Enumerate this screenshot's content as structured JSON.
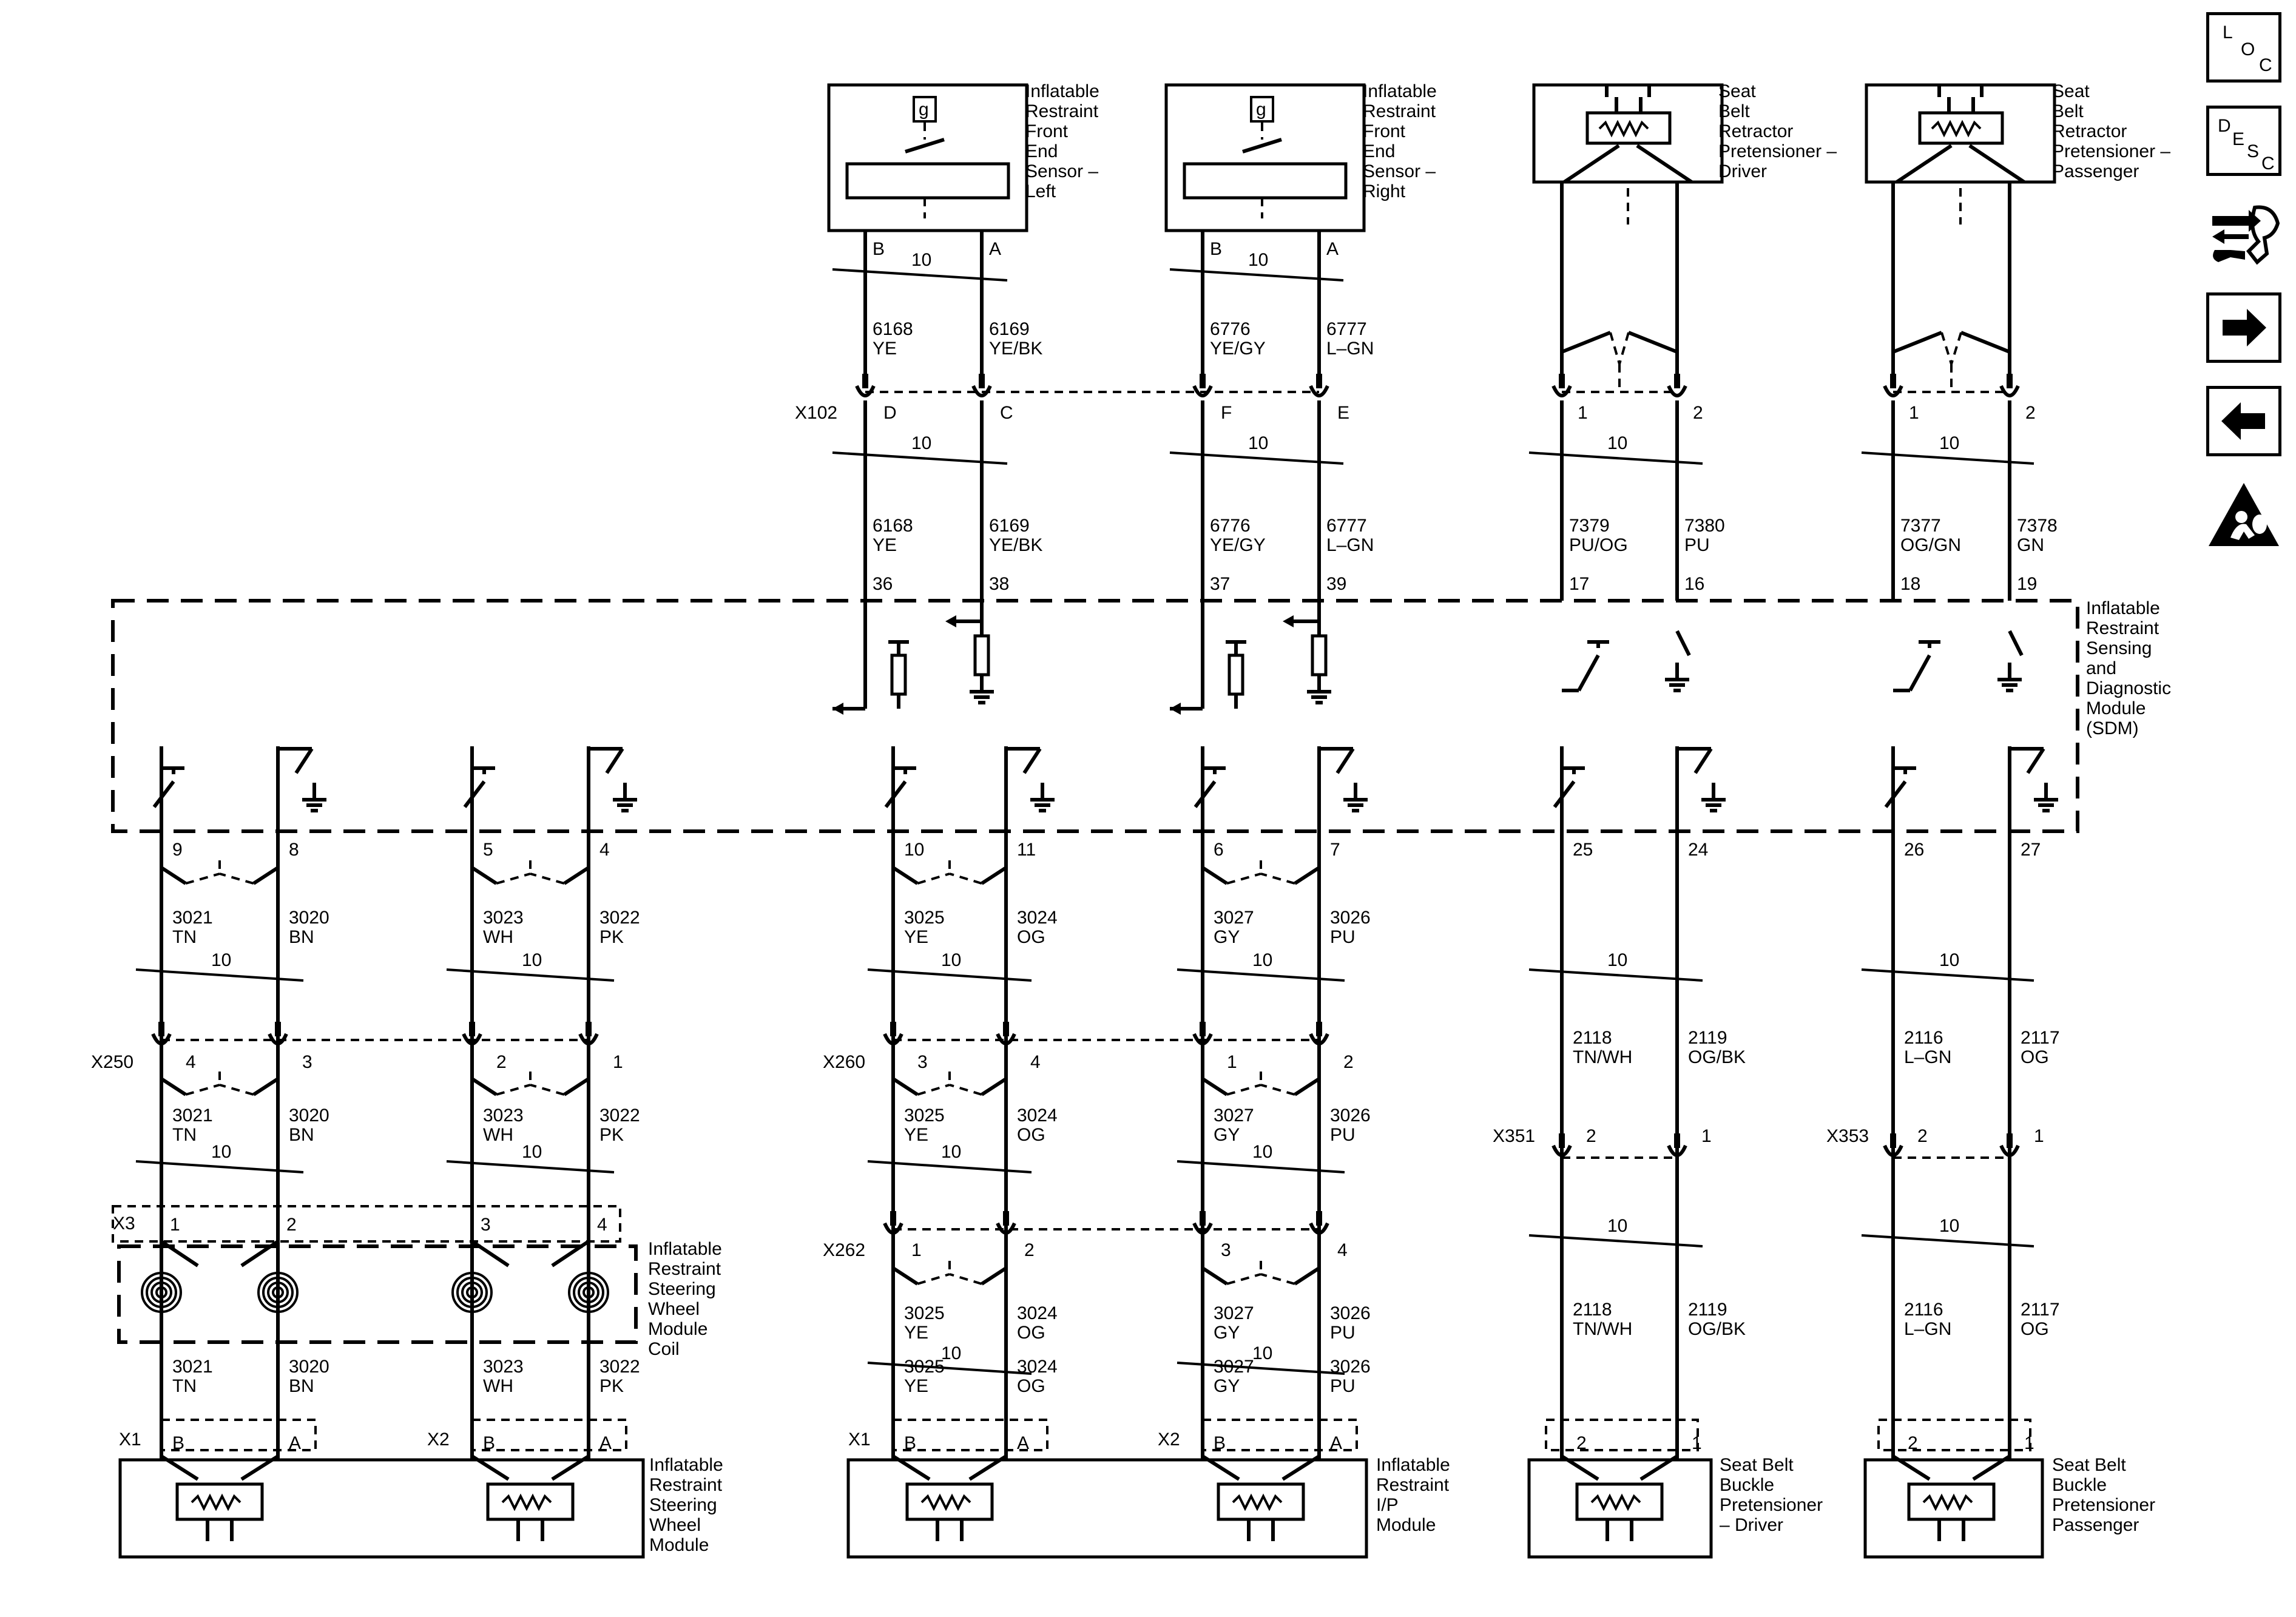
{
  "components": {
    "front_sensor_left": "Inflatable\nRestraint\nFront\nEnd\nSensor –\nLeft",
    "front_sensor_right": "Inflatable\nRestraint\nFront\nEnd\nSensor –\nRight",
    "retractor_driver": "Seat\nBelt\nRetractor\nPretensioner –\nDriver",
    "retractor_passenger": "Seat\nBelt\nRetractor\nPretensioner –\nPassenger",
    "sdm": "Inflatable\nRestraint\nSensing\nand\nDiagnostic\nModule\n(SDM)",
    "coil": "Inflatable\nRestraint\nSteering\nWheel\nModule\nCoil",
    "steering_module": "Inflatable\nRestraint\nSteering\nWheel\nModule",
    "ip_module": "Inflatable\nRestraint\nI/P\nModule",
    "buckle_driver": "Seat Belt\nBuckle\nPretensioner\n– Driver",
    "buckle_passenger": "Seat Belt\nBuckle\nPretensioner\nPassenger"
  },
  "connectors": {
    "x102": "X102",
    "x250": "X250",
    "x260": "X260",
    "x262": "X262",
    "x351": "X351",
    "x353": "X353",
    "x3": "X3",
    "x1": "X1",
    "x2": "X2"
  },
  "gauge": "10",
  "sensor_pins": [
    "B",
    "A",
    "B",
    "A"
  ],
  "x102_pins": [
    "D",
    "C",
    "F",
    "E"
  ],
  "retractor_pins": [
    "1",
    "2",
    "1",
    "2"
  ],
  "top_wires": [
    {
      "circuit": "6168",
      "color": "YE"
    },
    {
      "circuit": "6169",
      "color": "YE/BK"
    },
    {
      "circuit": "6776",
      "color": "YE/GY"
    },
    {
      "circuit": "6777",
      "color": "L–GN"
    },
    {
      "circuit": "7379",
      "color": "PU/OG"
    },
    {
      "circuit": "7380",
      "color": "PU"
    },
    {
      "circuit": "7377",
      "color": "OG/GN"
    },
    {
      "circuit": "7378",
      "color": "GN"
    }
  ],
  "sdm_top_pins": [
    "36",
    "38",
    "37",
    "39",
    "17",
    "16",
    "18",
    "19"
  ],
  "sdm_bottom_pins": [
    "9",
    "8",
    "5",
    "4",
    "10",
    "11",
    "6",
    "7",
    "25",
    "24",
    "26",
    "27"
  ],
  "lower_wires": [
    {
      "circuit": "3021",
      "color": "TN"
    },
    {
      "circuit": "3020",
      "color": "BN"
    },
    {
      "circuit": "3023",
      "color": "WH"
    },
    {
      "circuit": "3022",
      "color": "PK"
    },
    {
      "circuit": "3025",
      "color": "YE"
    },
    {
      "circuit": "3024",
      "color": "OG"
    },
    {
      "circuit": "3027",
      "color": "GY"
    },
    {
      "circuit": "3026",
      "color": "PU"
    },
    {
      "circuit": "2118",
      "color": "TN/WH"
    },
    {
      "circuit": "2119",
      "color": "OG/BK"
    },
    {
      "circuit": "2116",
      "color": "L–GN"
    },
    {
      "circuit": "2117",
      "color": "OG"
    }
  ],
  "x250_pins": [
    "4",
    "3",
    "2",
    "1"
  ],
  "x260_pins": [
    "3",
    "4",
    "1",
    "2"
  ],
  "x262_pins": [
    "1",
    "2",
    "3",
    "4"
  ],
  "x351_pins": [
    "2",
    "1"
  ],
  "x353_pins": [
    "2",
    "1"
  ],
  "x3_pins": [
    "1",
    "2",
    "3",
    "4"
  ],
  "module_pins": [
    "B",
    "A",
    "B",
    "A",
    "B",
    "A",
    "B",
    "A"
  ],
  "buckle_pins": [
    "2",
    "1",
    "2",
    "1"
  ],
  "nav": {
    "loc": [
      "L",
      "O",
      "C"
    ],
    "desc": [
      "D",
      "E",
      "S",
      "C"
    ],
    "icons": [
      "connector-repair-icon",
      "next-arrow-icon",
      "back-arrow-icon",
      "airbag-warning-icon"
    ]
  }
}
